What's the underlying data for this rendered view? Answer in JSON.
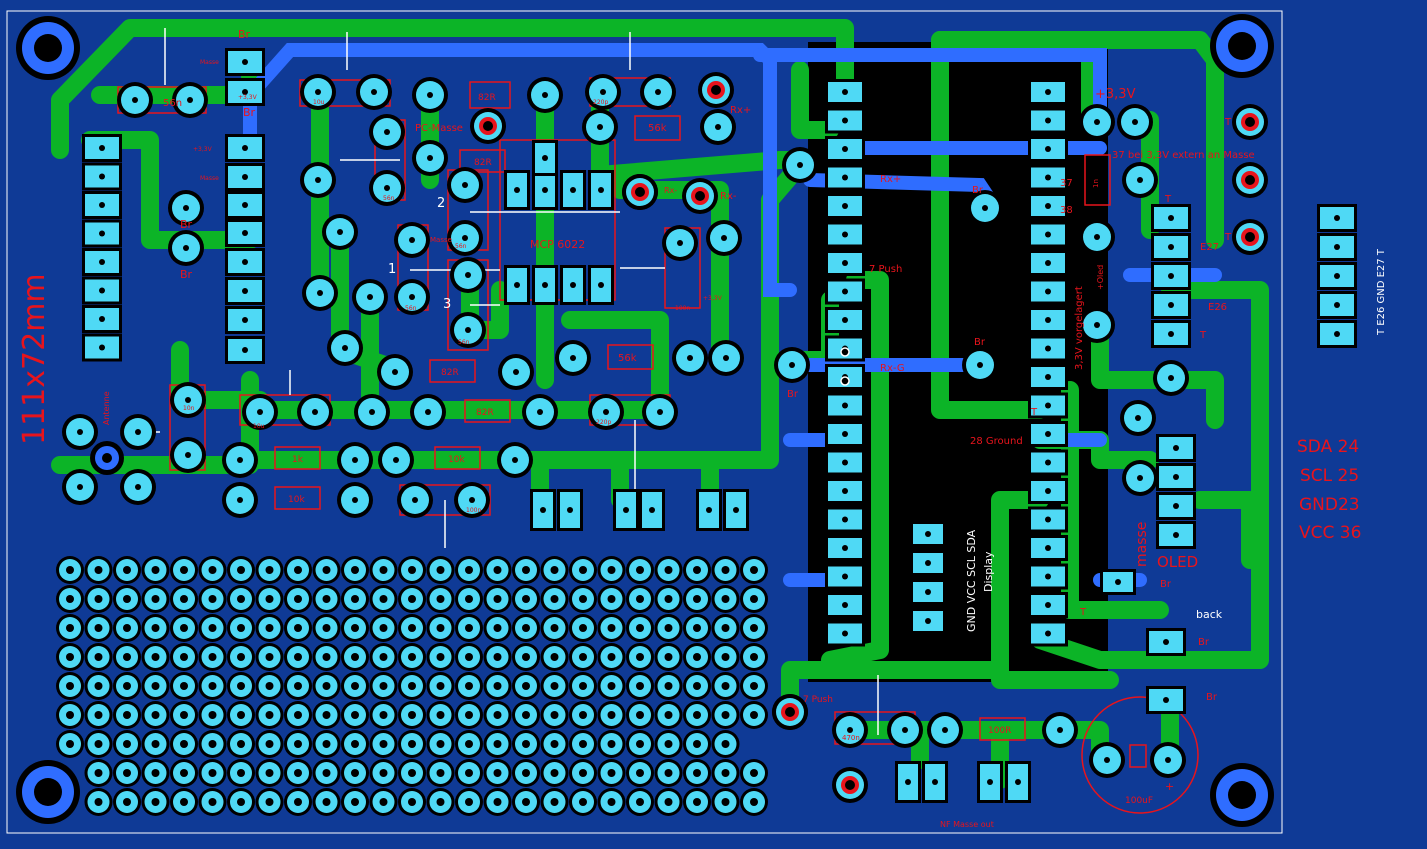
{
  "board": {
    "size_label": "111x72mm",
    "colors": {
      "background": "#0f3a96",
      "trace": "#0cb427",
      "jumper": "#2f6dff",
      "pad": "#4fd9f5",
      "pad_ring": "#000000",
      "label": "#e8141c",
      "outline": "#ffffff",
      "ic_body": "#000000"
    }
  },
  "labels": {
    "br": "Br",
    "v33": "+3,3V",
    "v33_big": "+3,3V",
    "masse": "Masse",
    "pc_masse": "PC-Masse",
    "rx_plus": "Rx+",
    "rx_minus": "Rx-",
    "rx_g": "Rx-G",
    "mcp": "MCP 6022",
    "push7": "7 Push",
    "push7b": "7 Push",
    "ground28": "28 Ground",
    "p37": "37",
    "p38": "38",
    "p37_note": "37 bei 3,3V extern an Masse",
    "t": "T",
    "e27": "E27",
    "e26": "E26",
    "antenne": "Antenne",
    "display": "Display",
    "disp_pins": "GND VCC SCL SDA",
    "oled": "OLED",
    "masse_v": "masse",
    "back": "back",
    "v33_vert": "3,3V vorgelagert",
    "oled_small": "+Oled",
    "sda": "SDA 24",
    "scl": "SCL 25",
    "gnd": "GND23",
    "vcc": "VCC 36",
    "conn_side": "T  E26 GND E27  T",
    "nf_masse": "NF Masse out",
    "pin1": "1",
    "pin2": "2",
    "pin3": "3"
  },
  "components": {
    "r82a": "82R",
    "r82b": "82R",
    "r82c": "82R",
    "r82d": "82R",
    "r82e": "82R",
    "r56a": "56k",
    "r56b": "56k",
    "r1k": "1k",
    "r10ka": "10k",
    "r10kb": "10k",
    "r100": "100R",
    "c220a": "220p",
    "c220b": "220p",
    "c10u_a": "10u",
    "c10u_b": "10u",
    "c56n_a": "56n",
    "c56n_b": "56n",
    "c56n_c": "56n",
    "c56n_d": "56n",
    "c56n_e": "56n",
    "c100n_a": "100n",
    "c100n_b": "100n",
    "c10n": "10n",
    "c470n": "470n",
    "c1n": "1n",
    "c100u": "100uF",
    "plus": "+"
  }
}
